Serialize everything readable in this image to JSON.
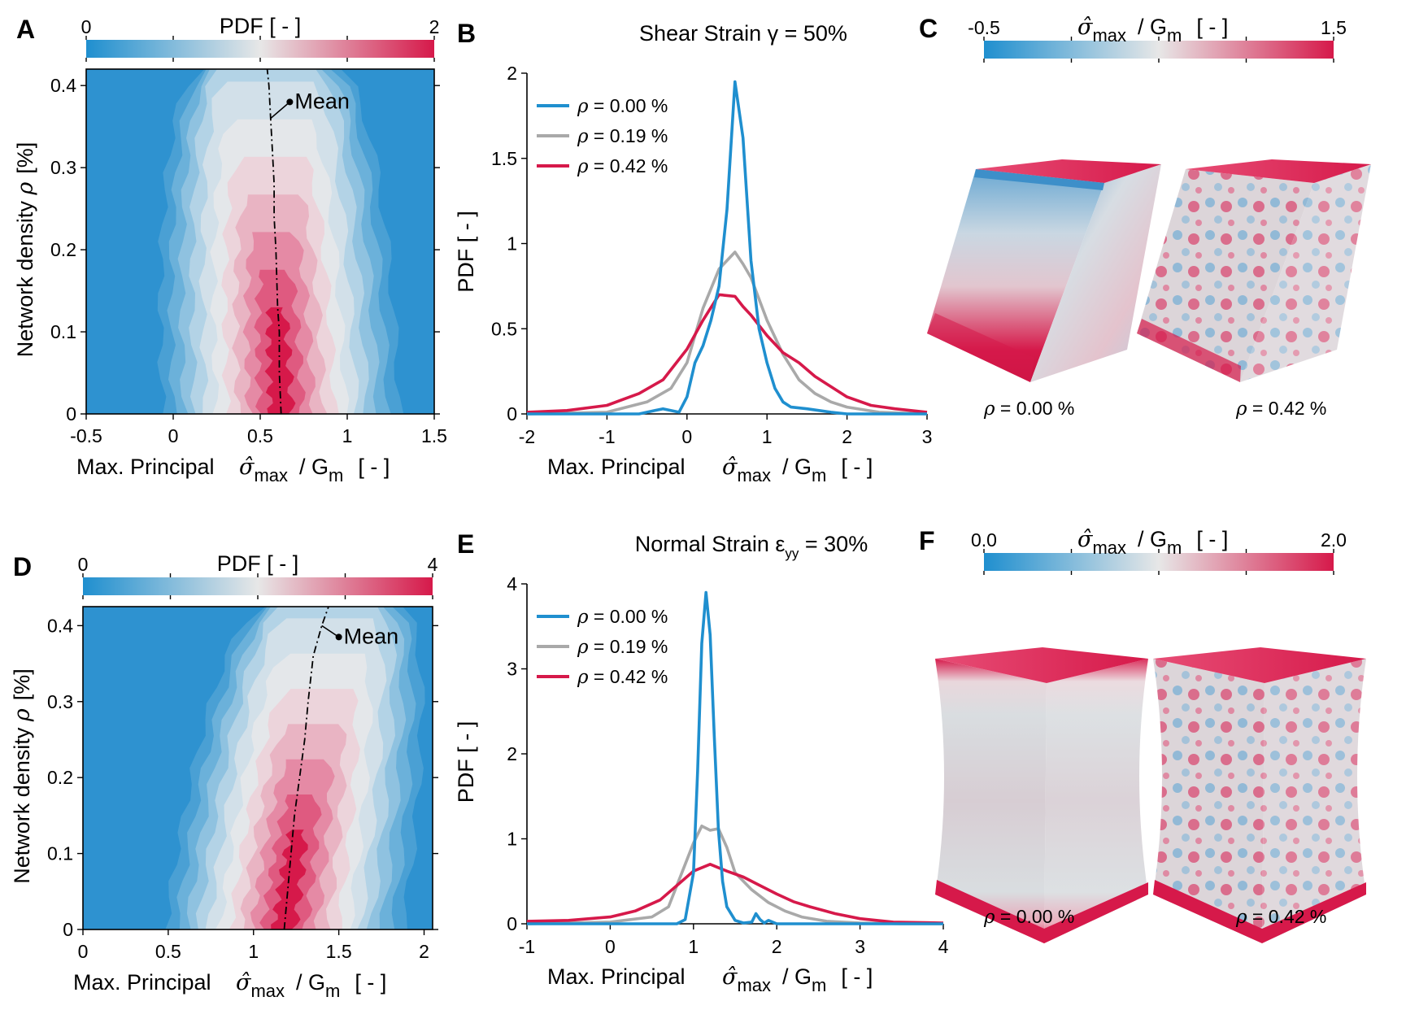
{
  "colors": {
    "blue": "#1f8fcf",
    "grey": "#a9a9a9",
    "red": "#d6194a",
    "neutral": "#e7e7e7",
    "contour_low": "#2e92d0"
  },
  "panels": {
    "A": {
      "letter": "A",
      "colorbar": {
        "label": "PDF [ - ]",
        "min_label": "0",
        "max_label": "2"
      },
      "xlabel": "Max. Principal",
      "ylabel_text": "Network density",
      "ylabel_symbol": "ρ",
      "ylabel_unit": "[%]",
      "mean_label": "Mean",
      "xticks": [
        "-0.5",
        "0",
        "0.5",
        "1",
        "1.5"
      ],
      "yticks": [
        "0",
        "0.1",
        "0.2",
        "0.3",
        "0.4"
      ]
    },
    "B": {
      "letter": "B",
      "title": "Shear Strain γ = 50%",
      "xlabel": "Max. Principal",
      "ylabel": "PDF [ - ]",
      "xticks": [
        "-2",
        "-1",
        "0",
        "1",
        "2",
        "3"
      ],
      "yticks": [
        "0",
        "0.5",
        "1",
        "1.5",
        "2"
      ]
    },
    "C": {
      "letter": "C",
      "colorbar": {
        "min_label": "-0.5",
        "max_label": "1.5"
      },
      "cube_labels": [
        "ρ = 0.00 %",
        "ρ = 0.42 %"
      ]
    },
    "D": {
      "letter": "D",
      "colorbar": {
        "label": "PDF [ - ]",
        "min_label": "0",
        "max_label": "4"
      },
      "xlabel": "Max. Principal",
      "ylabel_text": "Network density",
      "ylabel_symbol": "ρ",
      "ylabel_unit": "[%]",
      "mean_label": "Mean",
      "xticks": [
        "0",
        "0.5",
        "1",
        "1.5",
        "2"
      ],
      "yticks": [
        "0",
        "0.1",
        "0.2",
        "0.3",
        "0.4"
      ]
    },
    "E": {
      "letter": "E",
      "title": "Normal Strain ε",
      "title_sub": "yy",
      "title_suffix": " = 30%",
      "xlabel": "Max. Principal",
      "ylabel": "PDF [ - ]",
      "xticks": [
        "-1",
        "0",
        "1",
        "2",
        "3",
        "4"
      ],
      "yticks": [
        "0",
        "1",
        "2",
        "3",
        "4"
      ]
    },
    "F": {
      "letter": "F",
      "colorbar": {
        "min_label": "0.0",
        "max_label": "2.0"
      },
      "cube_labels": [
        "ρ = 0.00 %",
        "ρ = 0.42 %"
      ]
    }
  },
  "stress_symbol": {
    "sigma": "σ̂",
    "sub_max": "max",
    "over": "/ G",
    "sub_m": "m",
    "unit": "[ - ]"
  },
  "chart_data": [
    {
      "type": "heatmap",
      "panel": "A",
      "description": "contour of PDF over max principal stress (x) and network density (y)",
      "xlim": [
        -0.5,
        1.5
      ],
      "ylim": [
        0,
        0.42
      ],
      "clim": [
        0,
        2
      ],
      "mean_curve": {
        "x": [
          0.62,
          0.61,
          0.61,
          0.6,
          0.59,
          0.58,
          0.58,
          0.57,
          0.56,
          0.55,
          0.54
        ],
        "y": [
          0,
          0.05,
          0.1,
          0.13,
          0.2,
          0.24,
          0.28,
          0.32,
          0.36,
          0.4,
          0.42
        ]
      },
      "mean_annotation": {
        "x": 0.67,
        "y": 0.38
      }
    },
    {
      "type": "line",
      "panel": "B",
      "xlim": [
        -2,
        3
      ],
      "ylim": [
        0,
        2
      ],
      "series": [
        {
          "name": "ρ = 0.00 %",
          "x": [
            -2,
            -0.6,
            -0.4,
            -0.3,
            -0.1,
            0,
            0.1,
            0.2,
            0.3,
            0.4,
            0.5,
            0.6,
            0.7,
            0.8,
            0.9,
            1.0,
            1.1,
            1.2,
            1.3,
            1.5,
            1.8,
            2.0,
            3.0
          ],
          "y": [
            0,
            0,
            0.02,
            0.03,
            0.01,
            0.1,
            0.3,
            0.4,
            0.55,
            0.75,
            1.2,
            1.95,
            1.62,
            0.9,
            0.5,
            0.3,
            0.15,
            0.07,
            0.04,
            0.03,
            0.01,
            0,
            0
          ]
        },
        {
          "name": "ρ = 0.19 %",
          "x": [
            -2,
            -1,
            -0.5,
            -0.2,
            0,
            0.2,
            0.4,
            0.6,
            0.7,
            0.8,
            1.0,
            1.2,
            1.4,
            1.6,
            1.8,
            2.0,
            2.4,
            3.0
          ],
          "y": [
            0,
            0.01,
            0.07,
            0.15,
            0.3,
            0.62,
            0.85,
            0.95,
            0.88,
            0.8,
            0.55,
            0.35,
            0.2,
            0.12,
            0.07,
            0.04,
            0.01,
            0
          ]
        },
        {
          "name": "ρ = 0.42 %",
          "x": [
            -2,
            -1.5,
            -1,
            -0.6,
            -0.3,
            0,
            0.2,
            0.4,
            0.6,
            0.7,
            0.8,
            1.0,
            1.2,
            1.4,
            1.6,
            1.8,
            2.0,
            2.3,
            2.6,
            3.0
          ],
          "y": [
            0.01,
            0.02,
            0.05,
            0.12,
            0.2,
            0.38,
            0.55,
            0.7,
            0.69,
            0.63,
            0.58,
            0.46,
            0.36,
            0.3,
            0.22,
            0.16,
            0.1,
            0.05,
            0.03,
            0.01
          ]
        }
      ]
    },
    {
      "type": "heatmap",
      "panel": "D",
      "description": "contour of PDF over max principal stress (x) and network density (y)",
      "xlim": [
        0,
        2.05
      ],
      "ylim": [
        0,
        0.425
      ],
      "clim": [
        0,
        4
      ],
      "mean_curve": {
        "x": [
          1.18,
          1.2,
          1.22,
          1.24,
          1.27,
          1.3,
          1.32,
          1.35,
          1.4,
          1.44
        ],
        "y": [
          0,
          0.05,
          0.1,
          0.15,
          0.2,
          0.25,
          0.3,
          0.36,
          0.4,
          0.425
        ]
      },
      "mean_annotation": {
        "x": 1.5,
        "y": 0.385
      }
    },
    {
      "type": "line",
      "panel": "E",
      "xlim": [
        -1,
        4
      ],
      "ylim": [
        0,
        4
      ],
      "series": [
        {
          "name": "ρ = 0.00 %",
          "x": [
            -1,
            0.8,
            0.9,
            1.0,
            1.05,
            1.1,
            1.15,
            1.2,
            1.25,
            1.3,
            1.35,
            1.4,
            1.5,
            1.6,
            1.7,
            1.75,
            1.8,
            1.85,
            1.9,
            2.0,
            4.0
          ],
          "y": [
            0,
            0,
            0.05,
            0.6,
            1.8,
            3.3,
            3.9,
            3.4,
            2.2,
            1.1,
            0.5,
            0.2,
            0.04,
            0.01,
            0.02,
            0.12,
            0.05,
            0.01,
            0.04,
            0,
            0
          ]
        },
        {
          "name": "ρ = 0.19 %",
          "x": [
            -1,
            0,
            0.5,
            0.7,
            0.9,
            1.0,
            1.1,
            1.2,
            1.3,
            1.4,
            1.5,
            1.7,
            1.9,
            2.1,
            2.3,
            2.6,
            3.0,
            3.5,
            4.0
          ],
          "y": [
            0,
            0.02,
            0.08,
            0.2,
            0.7,
            0.95,
            1.15,
            1.1,
            1.12,
            0.9,
            0.6,
            0.4,
            0.25,
            0.15,
            0.08,
            0.03,
            0.01,
            0,
            0
          ]
        },
        {
          "name": "ρ = 0.42 %",
          "x": [
            -1,
            -0.5,
            0,
            0.3,
            0.6,
            0.8,
            1.0,
            1.2,
            1.4,
            1.6,
            1.8,
            2.0,
            2.2,
            2.4,
            2.7,
            3.0,
            3.4,
            4.0
          ],
          "y": [
            0.03,
            0.04,
            0.08,
            0.15,
            0.28,
            0.45,
            0.62,
            0.7,
            0.62,
            0.55,
            0.45,
            0.35,
            0.26,
            0.2,
            0.12,
            0.06,
            0.02,
            0.01
          ]
        }
      ]
    }
  ]
}
